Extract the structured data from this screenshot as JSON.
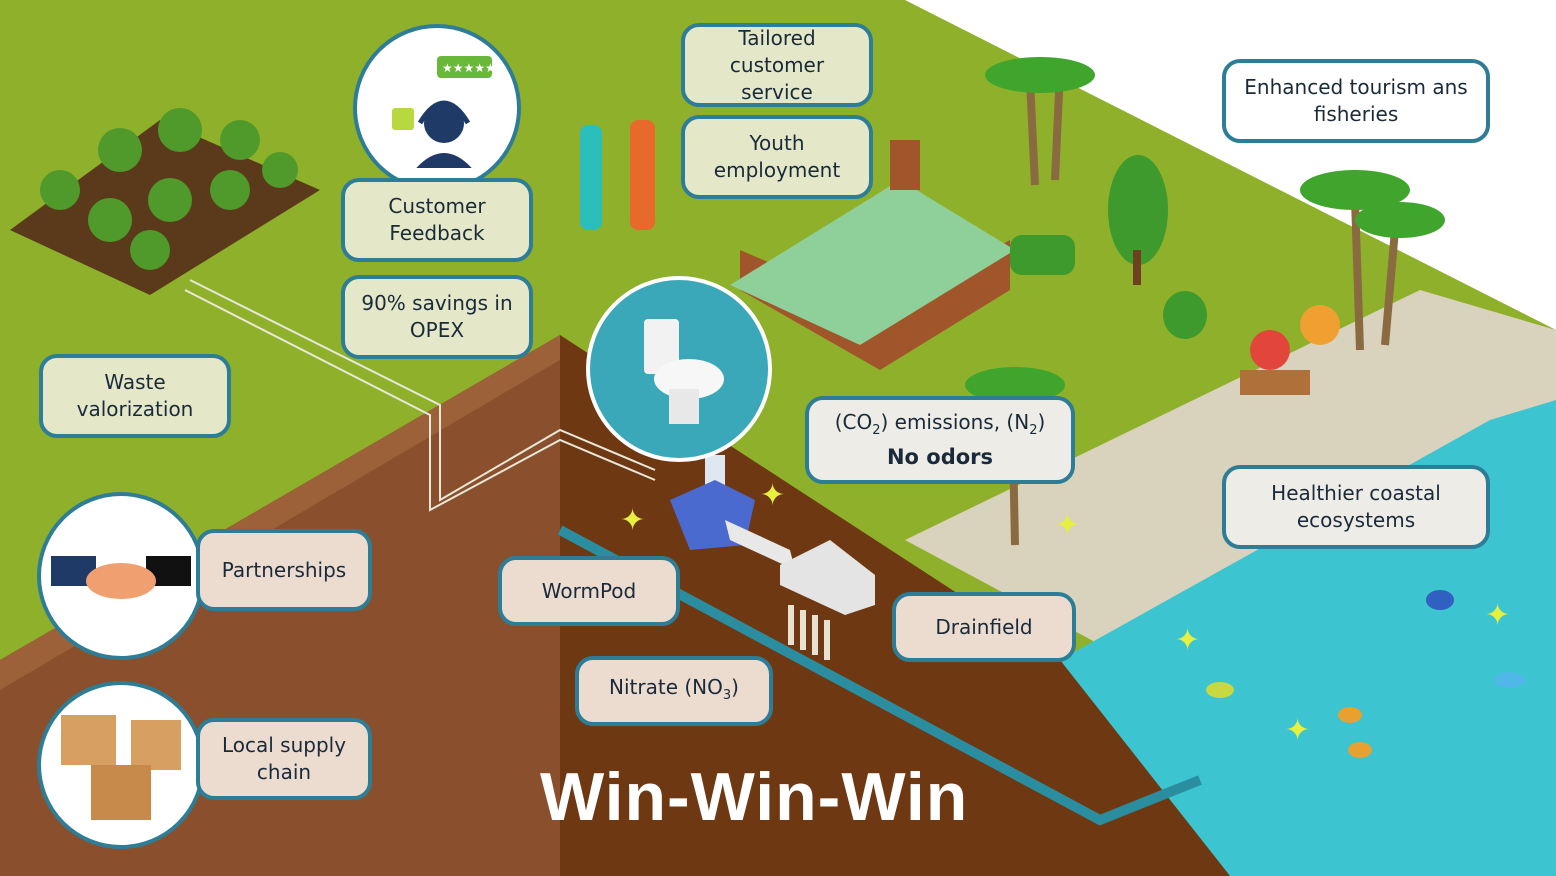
{
  "title": "Win-Win-Win",
  "labels": {
    "tailored": "Tailored customer service",
    "youth": "Youth employment",
    "feedback": "Customer Feedback",
    "savings": "90% savings in OPEX",
    "waste": "Waste valorization",
    "partnerships": "Partnerships",
    "supply": "Local supply chain",
    "wormpod": "WormPod",
    "drainfield": "Drainfield",
    "nitrate_pre": "Nitrate (NO",
    "nitrate_sub": "3",
    "nitrate_post": ")",
    "emissions_a": "(CO",
    "emissions_b": "2",
    "emissions_c": ") emissions, (N",
    "emissions_d": "2",
    "emissions_e": ")",
    "odors": "No odors",
    "tourism": "Enhanced tourism ans fisheries",
    "coastal": "Healthier coastal ecosystems"
  },
  "colors": {
    "grass": "#8fb02a",
    "soil_front": "#8a4f2c",
    "soil_side": "#6e3812",
    "beach": "#d9d2bd",
    "water": "#3cc4d0",
    "border": "#2e7d96"
  }
}
